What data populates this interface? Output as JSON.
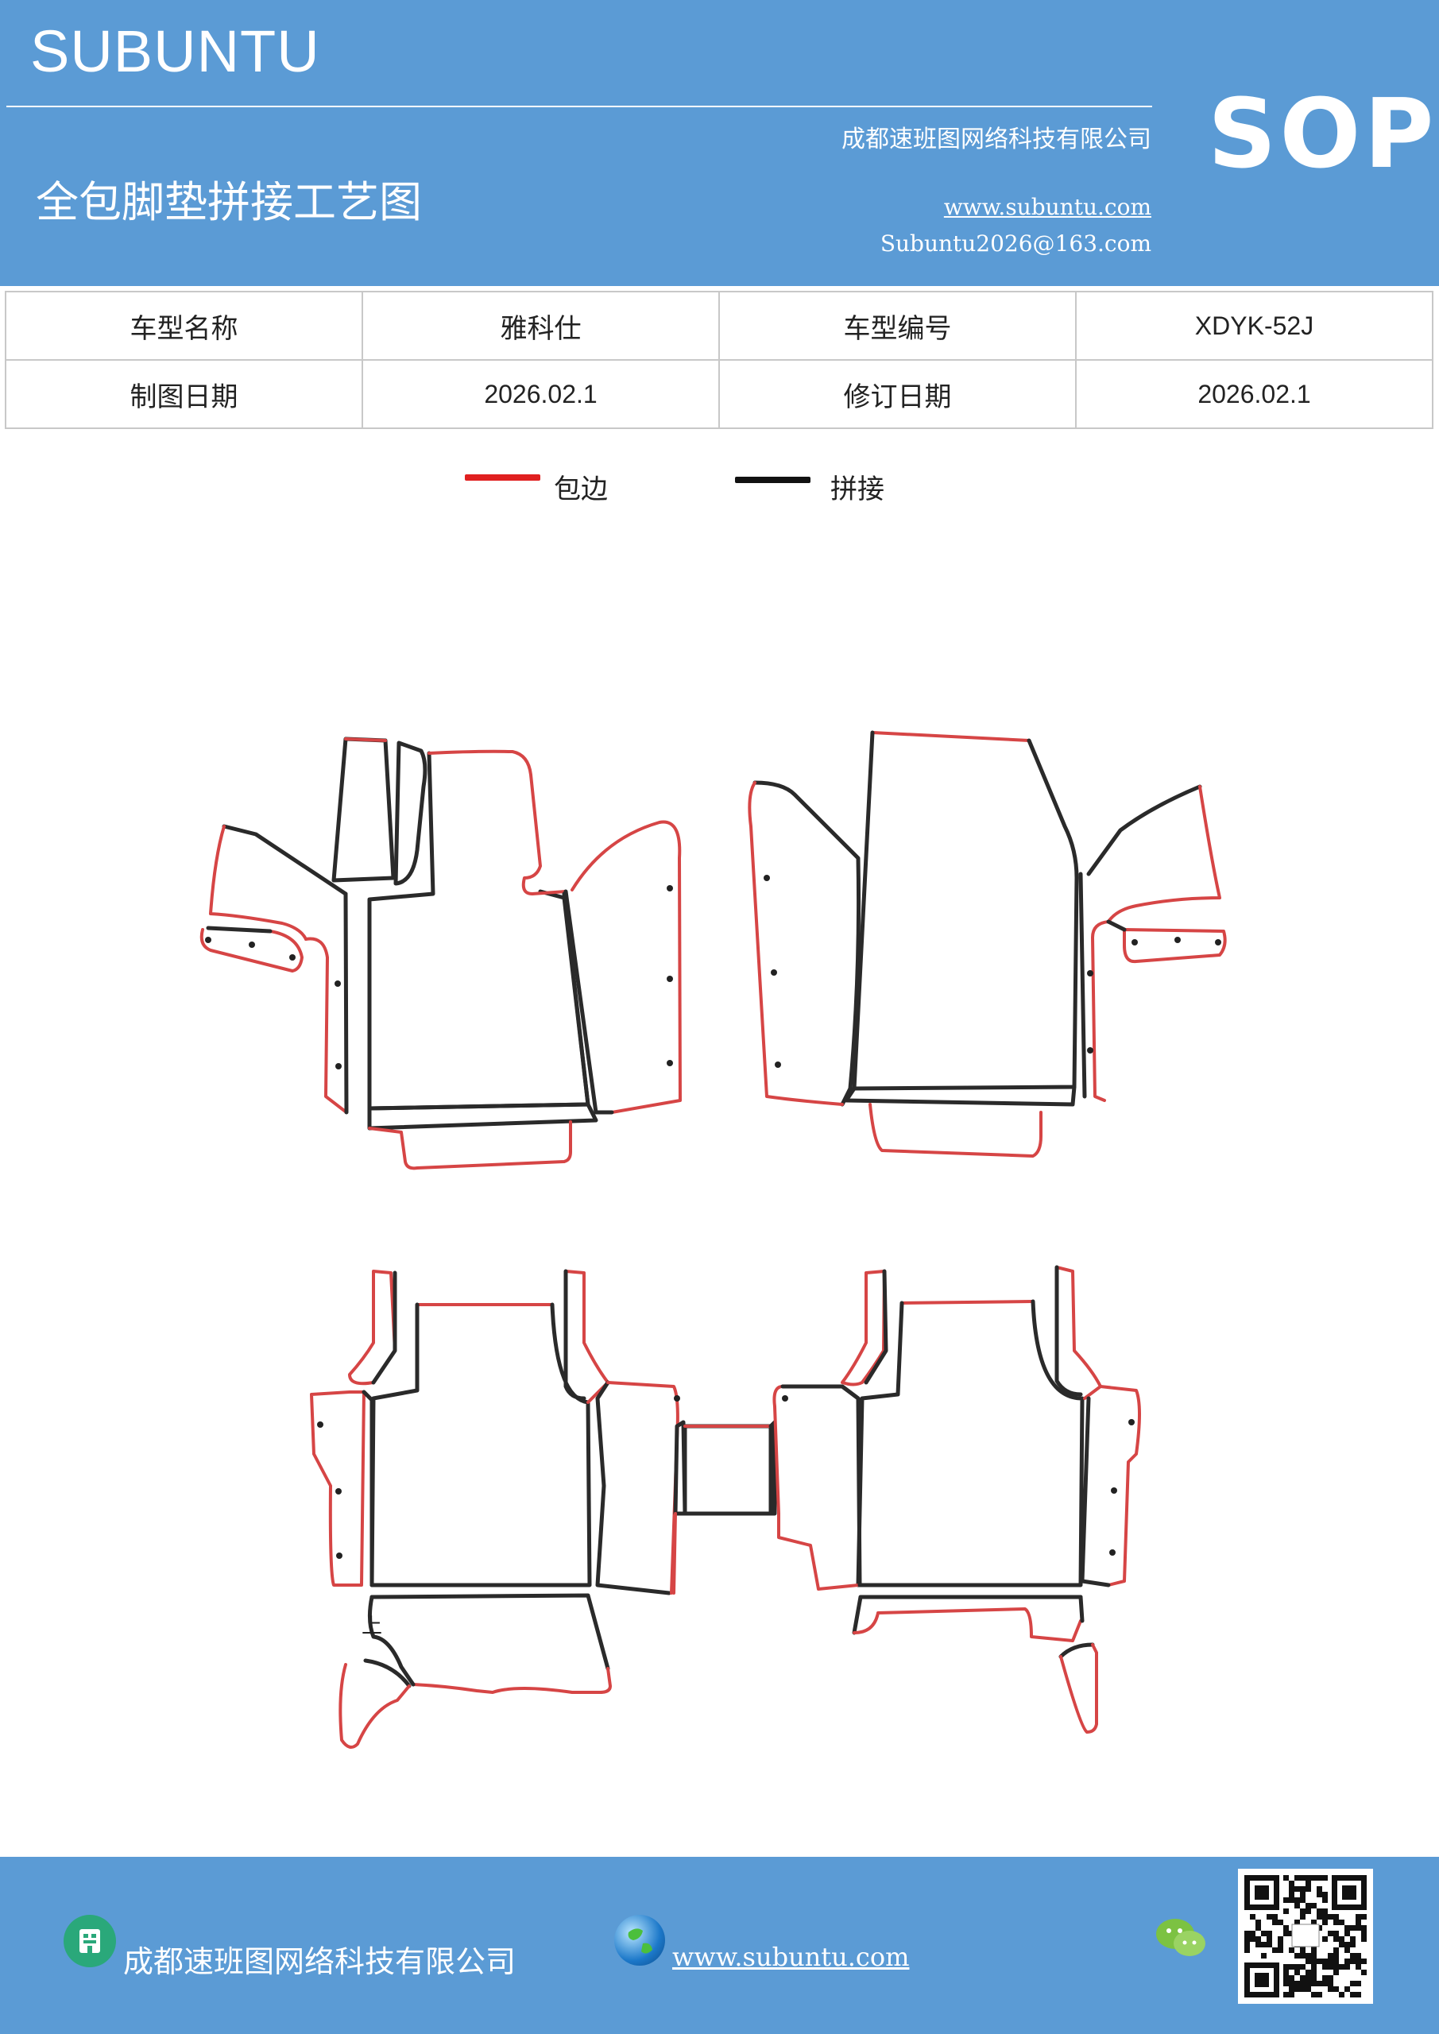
{
  "header": {
    "brand": "SUBUNTU",
    "title": "全包脚垫拼接工艺图",
    "company": "成都速班图网络科技有限公司",
    "website": "www.subuntu.com",
    "email": "Subuntu2026@163.com",
    "badge": "SOP"
  },
  "info_table": {
    "rows": [
      [
        {
          "label": "车型名称"
        },
        {
          "value": "雅科仕"
        },
        {
          "label": "车型编号"
        },
        {
          "value": "XDYK-52J"
        }
      ],
      [
        {
          "label": "制图日期"
        },
        {
          "value": "2026.02.1"
        },
        {
          "label": "修订日期"
        },
        {
          "value": "2026.02.1"
        }
      ]
    ]
  },
  "legend": {
    "items": [
      {
        "label": "包边",
        "color": "#e02020"
      },
      {
        "label": "拼接",
        "color": "#111111"
      }
    ]
  },
  "diagram": {
    "mark_label": "上",
    "edge_color": "#d64545",
    "seam_color": "#2a2a2a"
  },
  "footer": {
    "company": "成都速班图网络科技有限公司",
    "website": "www.subuntu.com",
    "icons": [
      "building-icon",
      "globe-icon",
      "wechat-icon",
      "qr-code"
    ]
  }
}
